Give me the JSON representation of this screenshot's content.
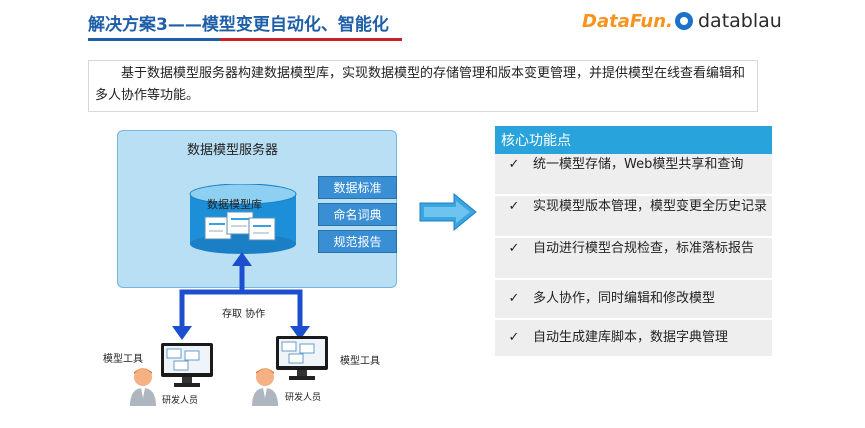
{
  "header": {
    "title": "解决方案3——模型变更自动化、智能化",
    "logo_datafun": "DataFun.",
    "logo_datablau": "datablau"
  },
  "intro": "基于数据模型服务器构建数据模型库，实现数据模型的存储管理和版本变更管理，并提供模型在线查看编辑和多人协作等功能。",
  "diagram": {
    "server_title": "数据模型服务器",
    "repository_label": "数据模型库",
    "side_buttons": [
      "数据标准",
      "命名词典",
      "规范报告"
    ],
    "connector_label": "存取   协作",
    "tool_label_left": "模型工具",
    "tool_label_right": "模型工具",
    "person_label_left": "研发人员",
    "person_label_right": "研发人员"
  },
  "features": {
    "title": "核心功能点",
    "check_mark": "✓",
    "items": [
      "统一模型存储，Web模型共享和查询",
      "实现模型版本管理，模型变更全历史记录",
      "自动进行模型合规检查，标准落标报告",
      "多人协作，同时编辑和修改模型",
      "自动生成建库脚本，数据字典管理"
    ]
  },
  "colors": {
    "title_blue": "#1f5fa8",
    "title_red": "#c8202a",
    "server_bg": "#b8dff4",
    "button_blue": "#3a8fd4",
    "panel_head": "#29a3dc",
    "arrow_blue": "#1c4fd0"
  }
}
